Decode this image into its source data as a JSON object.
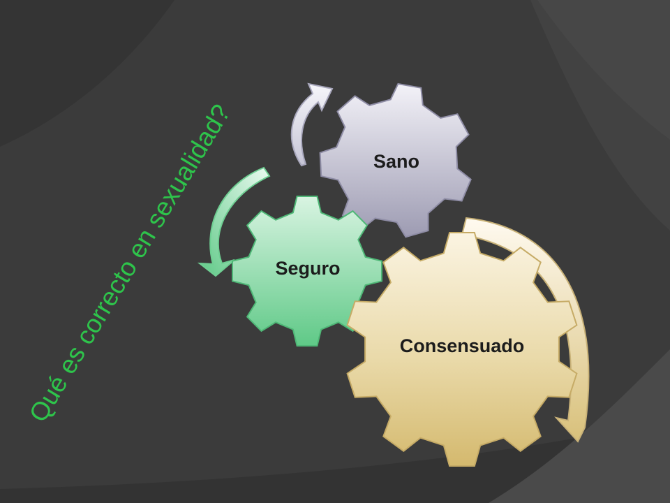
{
  "slide": {
    "title": "Qué es correcto en sexualidad?",
    "gears": [
      {
        "id": "consensuado",
        "label": "Consensuado"
      },
      {
        "id": "seguro",
        "label": "Seguro"
      },
      {
        "id": "sano",
        "label": "Sano"
      }
    ]
  },
  "colors": {
    "background": "#3a3a3a",
    "title": "#2ec44b",
    "gear_consensuado": "#d8c07a",
    "gear_seguro": "#7fd69e",
    "gear_sano": "#b3b2c4"
  }
}
